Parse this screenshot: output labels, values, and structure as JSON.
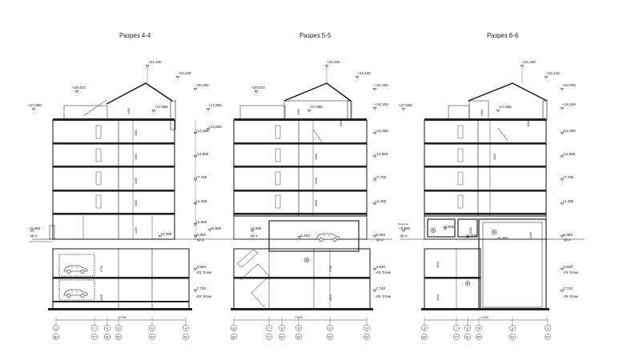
{
  "sections": [
    {
      "title": "Разрез 4-4",
      "marks": [
        "+24,100",
        "+22,440",
        "+20,700",
        "+20,470",
        "+17,960",
        "+17,960",
        "+17,655",
        "+14,800",
        "+14,355",
        "+11,655",
        "+7,755",
        "+4,455",
        "+3,965",
        "+0,860",
        "ур.з.",
        "+0,000",
        "-0,850",
        "ур.з.",
        "+0,860",
        "-4,500",
        "-01 Этаж",
        "-7,740",
        "-02 Этаж"
      ],
      "dims": [
        "3400",
        "3000",
        "3000",
        "3000",
        "3000",
        "4100",
        "3700",
        "2940"
      ],
      "total_width": "17200",
      "axes_top": [
        "Д",
        "Г",
        "Б",
        "В",
        "Б",
        "А"
      ],
      "axes_bottom": [
        "Дп",
        "Гп",
        "Бп",
        "Вп",
        "Бп",
        "Ап"
      ]
    },
    {
      "title": "Разрез 5-5",
      "marks": [
        "+24,100",
        "+22,440",
        "+20,700",
        "+20,470",
        "+18,100",
        "+17,655",
        "+14,355",
        "+11,655",
        "+7,755",
        "+4,455",
        "+0,860",
        "ур.з.",
        "-0,250",
        "-0,050",
        "ур.з.",
        "-4,500",
        "-01 Этаж",
        "-7,740",
        "-02 Этаж"
      ],
      "dims": [
        "2400",
        "6000",
        "3000",
        "3000",
        "3000",
        "3700",
        "2940"
      ],
      "total_width": "17200",
      "axes_top": [
        "Д",
        "Г",
        "Б",
        "В",
        "Б",
        "А"
      ],
      "axes_bottom": [
        "Дп",
        "Гп",
        "Бп",
        "Вп",
        "Бп",
        "Ап"
      ]
    },
    {
      "title": "Разрез 6-6",
      "marks": [
        "+24,100",
        "+22,440",
        "+20,700",
        "+17,960",
        "+17,655",
        "+19,100",
        "+14,355",
        "+11,655",
        "+7,755",
        "+4,455",
        "Отмостка",
        "+0,860",
        "ур.з.",
        "+0,890",
        "+0,000",
        "-0,250",
        "-0,850",
        "ур.з.",
        "-4,500",
        "-01 Этаж",
        "-7,740",
        "-02 Этаж"
      ],
      "dims": [
        "1950",
        "6000",
        "3000",
        "2350",
        "3300",
        "4840",
        "2940"
      ],
      "total_width": "17200",
      "axes_top": [
        "Д",
        "Г",
        "Б",
        "В",
        "Б",
        "А"
      ],
      "axes_bottom": [
        "Дп",
        "Гп",
        "Бп",
        "Вп",
        "Бп",
        "Ап"
      ]
    }
  ]
}
